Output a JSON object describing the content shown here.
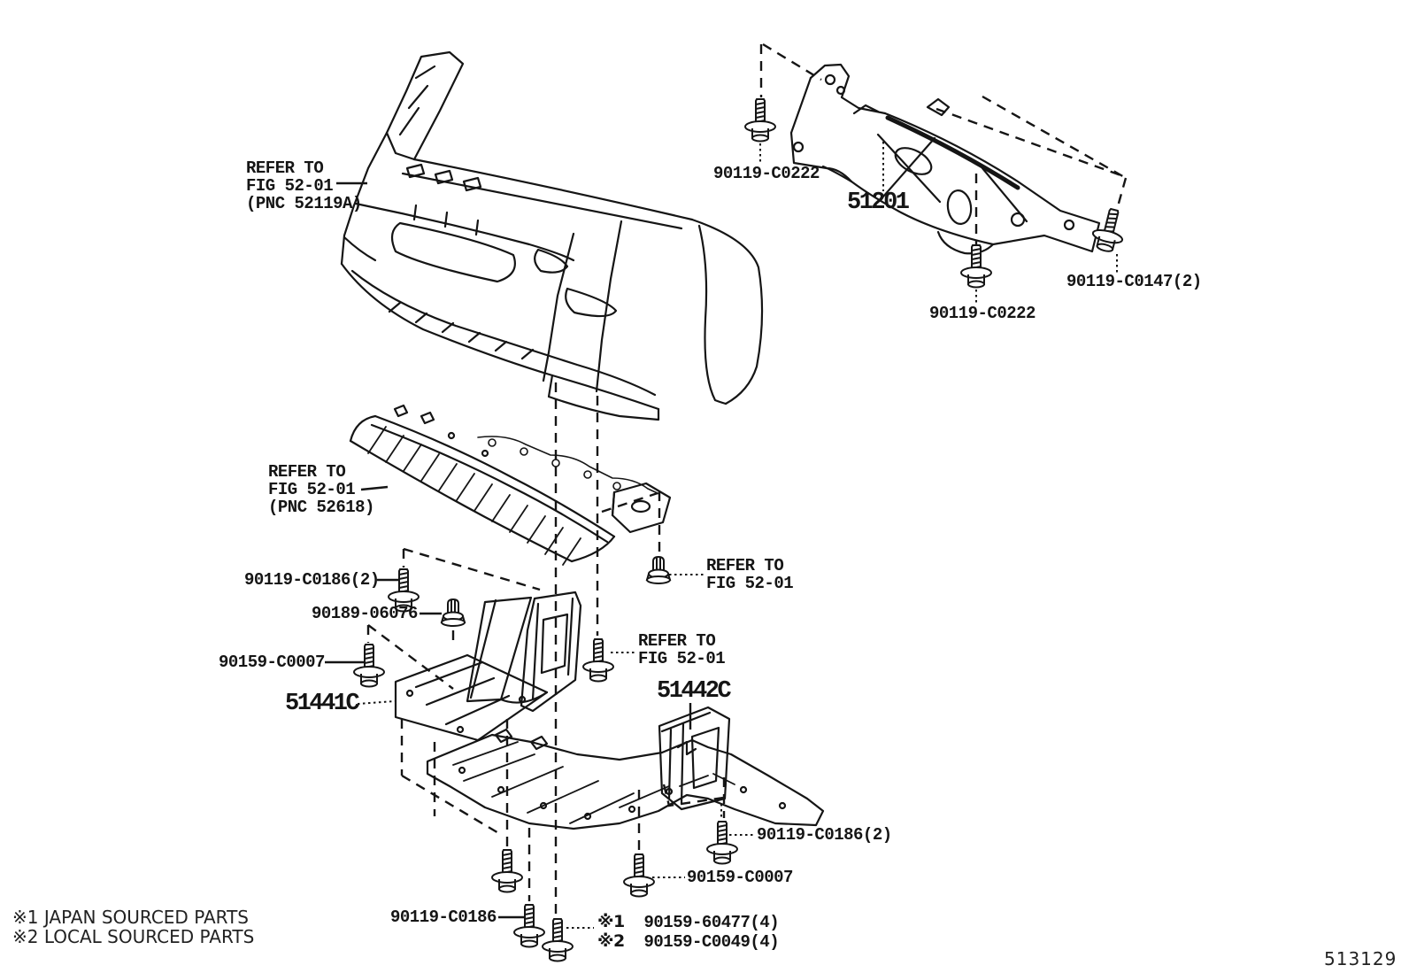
{
  "doc_number": "513129",
  "notes": {
    "japan": {
      "mark": "※1",
      "text": " JAPAN SOURCED PARTS"
    },
    "local": {
      "mark": "※2",
      "text": " LOCAL SOURCED PARTS"
    }
  },
  "labels": {
    "refer_bumper": {
      "lines": [
        "REFER TO",
        "FIG 52-01",
        "(PNC 52119A)"
      ]
    },
    "refer_absorber": {
      "lines": [
        "REFER TO",
        "FIG 52-01",
        "(PNC 52618)"
      ]
    },
    "refer_clip": {
      "lines": [
        "REFER TO",
        "FIG 52-01"
      ]
    },
    "refer_bolt": {
      "lines": [
        "REFER TO",
        "FIG 52-01"
      ]
    },
    "parts": {
      "crossmember": "51201",
      "cover_lh": "51441C",
      "cover_rh": "51442C"
    },
    "fasteners": {
      "c0222_top": "90119-C0222",
      "c0222_bottom": "90119-C0222",
      "c0147": "90119-C0147(2)",
      "c0186_left": "90119-C0186(2)",
      "clip_06076": "90189-06076",
      "c0007_left": "90159-C0007",
      "c0186_right": "90119-C0186(2)",
      "c0007_bottom": "90159-C0007",
      "c0186_bottom": "90119-C0186",
      "sourced_japan": {
        "mark": "※1",
        "number": "  90159-60477(4)"
      },
      "sourced_local": {
        "mark": "※2",
        "number": "  90159-C0049(4)"
      }
    }
  }
}
